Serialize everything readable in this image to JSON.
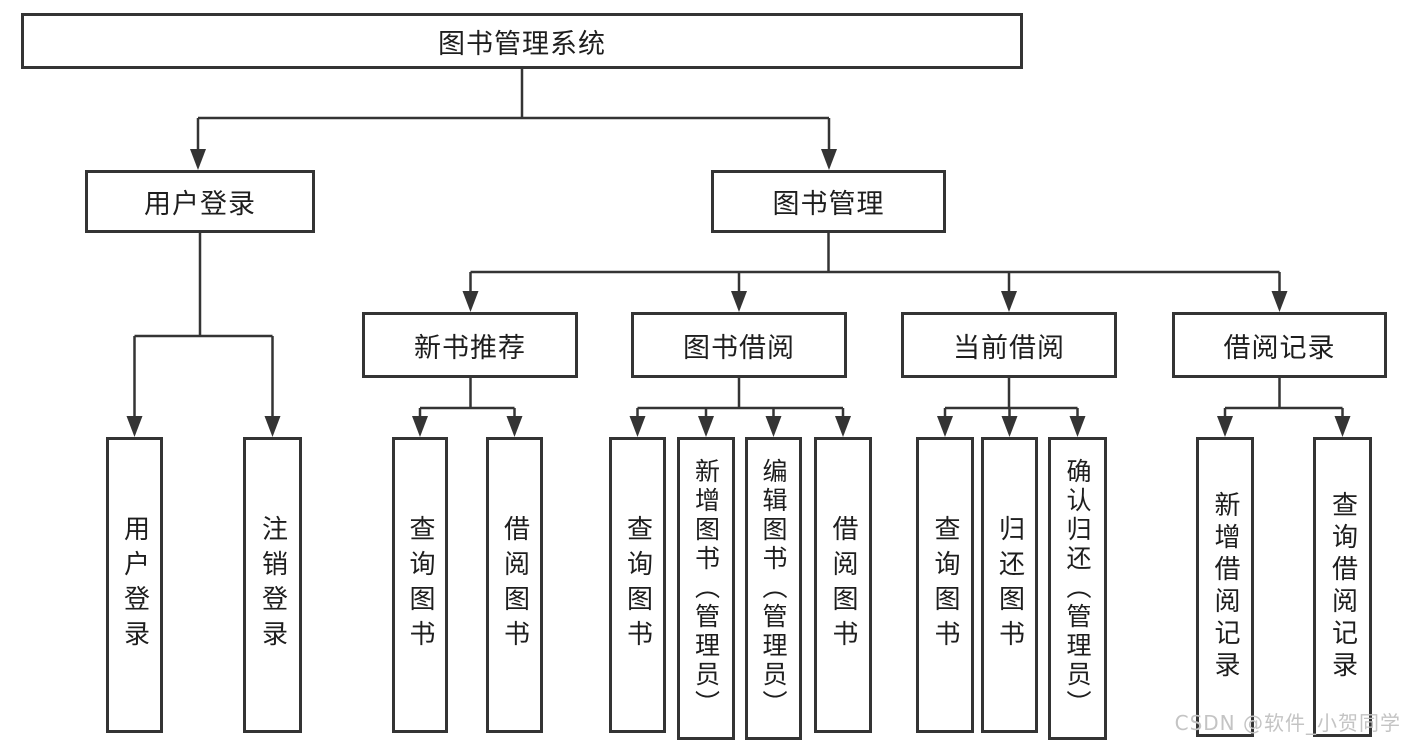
{
  "watermark": "CSDN @软件_小贺同学",
  "colors": {
    "line": "#343434",
    "text": "#1e1e1e",
    "watermark": "#c4c4c4",
    "background": "#ffffff"
  },
  "nodes": {
    "root": "图书管理系统",
    "login": "用户登录",
    "mgmt": "图书管理",
    "login_children": [
      "用户登录",
      "注销登录"
    ],
    "mgmt_children": [
      "新书推荐",
      "图书借阅",
      "当前借阅",
      "借阅记录"
    ],
    "recommend_children": [
      "查询图书",
      "借阅图书"
    ],
    "borrow_children": [
      "查询图书",
      "新增图书（管理员）",
      "编辑图书（管理员）",
      "借阅图书"
    ],
    "current_children": [
      "查询图书",
      "归还图书",
      "确认归还（管理员）"
    ],
    "records_children": [
      "新增借阅记录",
      "查询借阅记录"
    ]
  }
}
